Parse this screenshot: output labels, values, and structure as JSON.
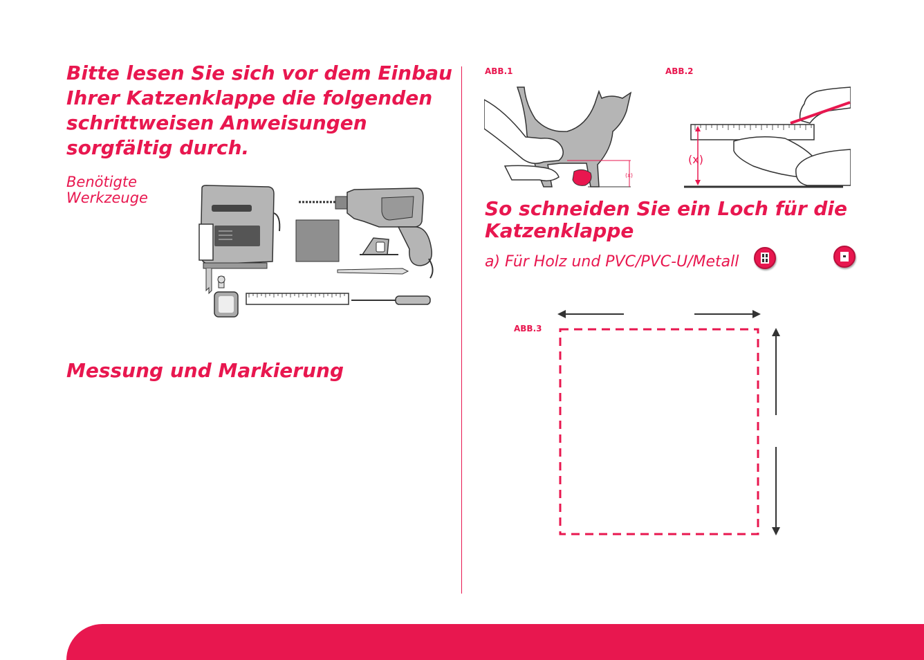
{
  "intro": {
    "lines": [
      "Bitte lesen Sie sich vor dem Einbau",
      "Ihrer Katzenklappe die folgenden",
      "schrittweisen Anweisungen",
      "sorgfältig durch."
    ]
  },
  "tools": {
    "label_lines": [
      "Benötigte",
      "Werkzeuge"
    ]
  },
  "measure": {
    "heading": "Messung und Markierung"
  },
  "figures": {
    "abb1": "ABB.1",
    "abb2": "ABB.2",
    "abb3": "ABB.3",
    "x_small": "(x)",
    "x_large": "(x)"
  },
  "cut": {
    "heading_lines": [
      "So schneiden Sie ein Loch für die",
      "Katzenklappe"
    ],
    "wood_label": "a) Für Holz und PVC/PVC-U/Metall"
  },
  "colors": {
    "accent": "#e8174f",
    "line": "#333333",
    "tool_grey": "#b5b5b5"
  },
  "icons": {
    "door_glazed": "glazed-door-icon",
    "door_plain": "plain-door-icon"
  }
}
